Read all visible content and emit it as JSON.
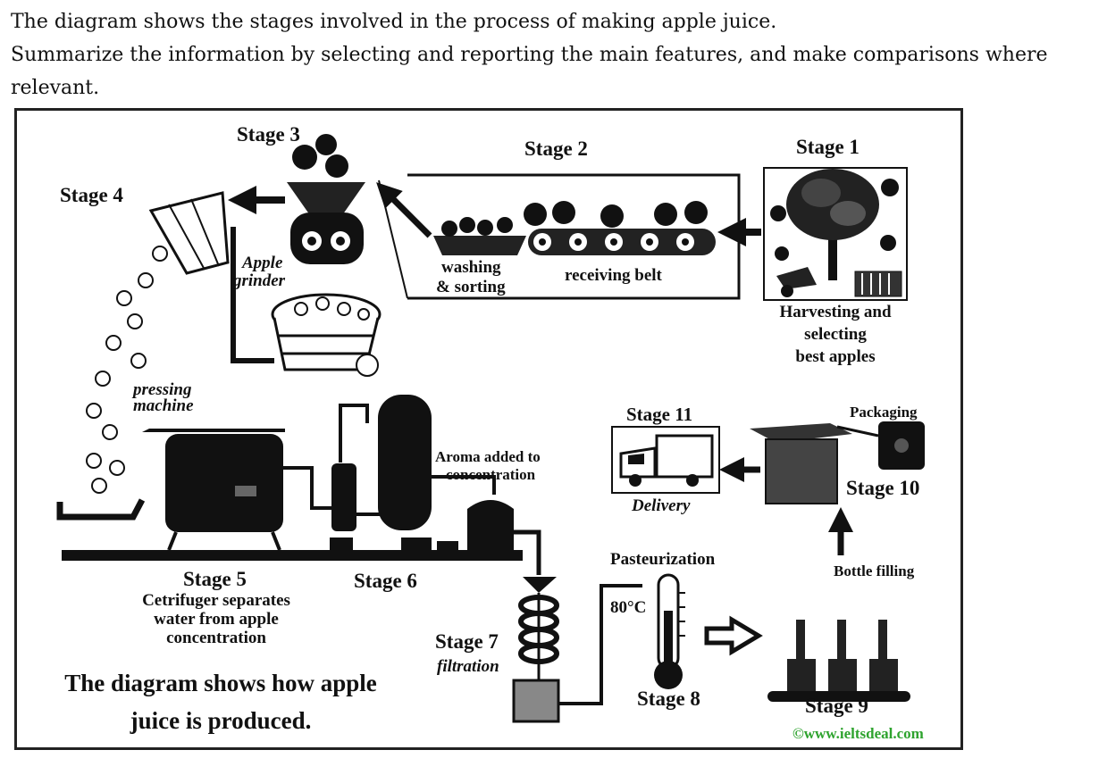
{
  "prompt": {
    "line1": "The diagram shows the stages involved in the process of making apple juice.",
    "line2": "Summarize the information by selecting and reporting the main features, and make comparisons where",
    "line3": "relevant."
  },
  "diagram": {
    "stage1": {
      "title": "Stage 1",
      "caption_l1": "Harvesting and",
      "caption_l2": "selecting",
      "caption_l3": "best apples"
    },
    "stage2": {
      "title": "Stage 2",
      "washing_l1": "washing",
      "washing_l2": "& sorting",
      "belt": "receiving belt"
    },
    "stage3": {
      "title": "Stage 3",
      "grinder_l1": "Apple",
      "grinder_l2": "grinder"
    },
    "stage4": {
      "title": "Stage 4",
      "press_l1": "pressing",
      "press_l2": "machine"
    },
    "stage5": {
      "title": "Stage 5",
      "caption_l1": "Cetrifuger separates",
      "caption_l2": "water from apple",
      "caption_l3": "concentration"
    },
    "stage6": {
      "title": "Stage 6",
      "aroma_l1": "Aroma added to",
      "aroma_l2": "concentration"
    },
    "stage7": {
      "title": "Stage 7",
      "caption": "filtration"
    },
    "stage8": {
      "title": "Stage 8",
      "caption": "Pasteurization",
      "temp": "80°C"
    },
    "stage9": {
      "title": "Stage 9",
      "caption": "Bottle filling"
    },
    "stage10": {
      "title": "Stage 10",
      "caption": "Packaging"
    },
    "stage11": {
      "title": "Stage 11",
      "caption": "Delivery"
    },
    "footer_l1": "The diagram shows how apple",
    "footer_l2": "juice is produced.",
    "credit": "©www.ieltsdeal.com"
  },
  "colors": {
    "ink": "#111111",
    "credit": "#2ea32e",
    "frame": "#222222"
  }
}
